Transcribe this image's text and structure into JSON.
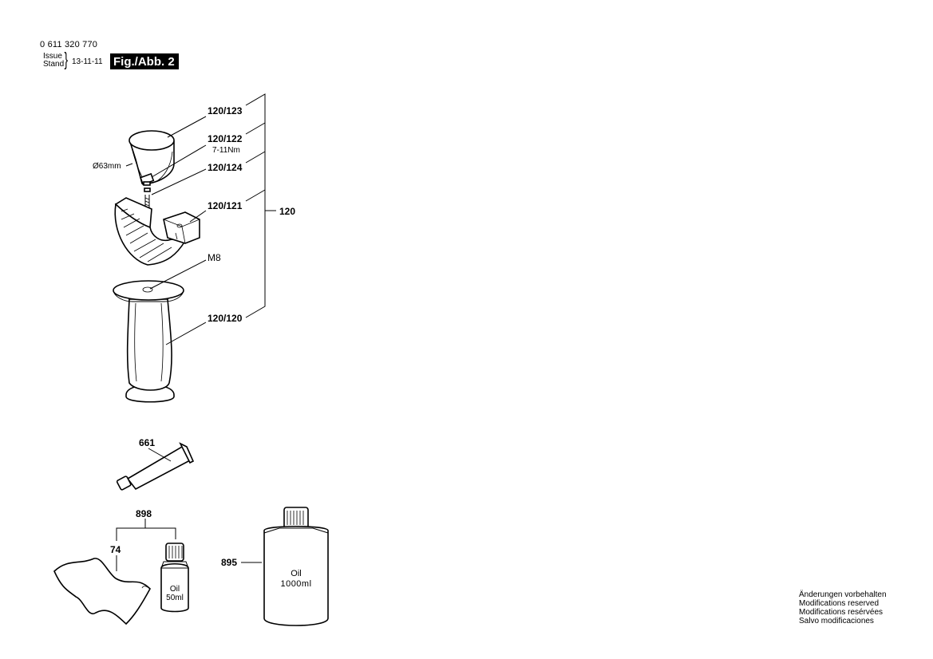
{
  "header": {
    "part_number": "0 611 320 770",
    "issue_label": "Issue",
    "stand_label": "Stand",
    "date": "13-11-11",
    "figure_label": "Fig./Abb. 2"
  },
  "callouts": {
    "p120_123": "120/123",
    "p120_122": "120/122",
    "torque": "7-11Nm",
    "diameter": "Ø63mm",
    "p120_124": "120/124",
    "p120_121": "120/121",
    "p120": "120",
    "m8": "M8",
    "p120_120": "120/120",
    "p661": "661",
    "p898": "898",
    "p74": "74",
    "p895": "895"
  },
  "bottles": {
    "small_line1": "Oil",
    "small_line2": "50ml",
    "large_line1": "Oil",
    "large_line2": "1000ml"
  },
  "footer": {
    "lines": [
      "Änderungen vorbehalten",
      "Modifications reserved",
      "Modifications resérvées",
      "Salvo modificaciones"
    ]
  }
}
